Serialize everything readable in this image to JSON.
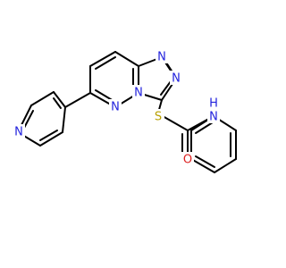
{
  "structure": {
    "atoms": {
      "n_pyridine": {
        "symbol": "N",
        "color": "#2222dd"
      },
      "n_triazole_top": {
        "symbol": "N",
        "color": "#2222dd"
      },
      "n_triazole_right": {
        "symbol": "N",
        "color": "#2222dd"
      },
      "n_pyridazine": {
        "symbol": "N",
        "color": "#2222dd"
      },
      "n_bridge": {
        "symbol": "N",
        "color": "#2222dd"
      },
      "s_thioether": {
        "symbol": "S",
        "color": "#b8a000"
      },
      "o_carbonyl": {
        "symbol": "O",
        "color": "#dd2222"
      },
      "nh_amide": {
        "symbol": "N",
        "h": "H",
        "color": "#2222dd"
      }
    },
    "colors": {
      "bond": "#000000",
      "nitrogen": "#2222dd",
      "sulfur": "#b8a000",
      "oxygen": "#dd2222"
    }
  }
}
